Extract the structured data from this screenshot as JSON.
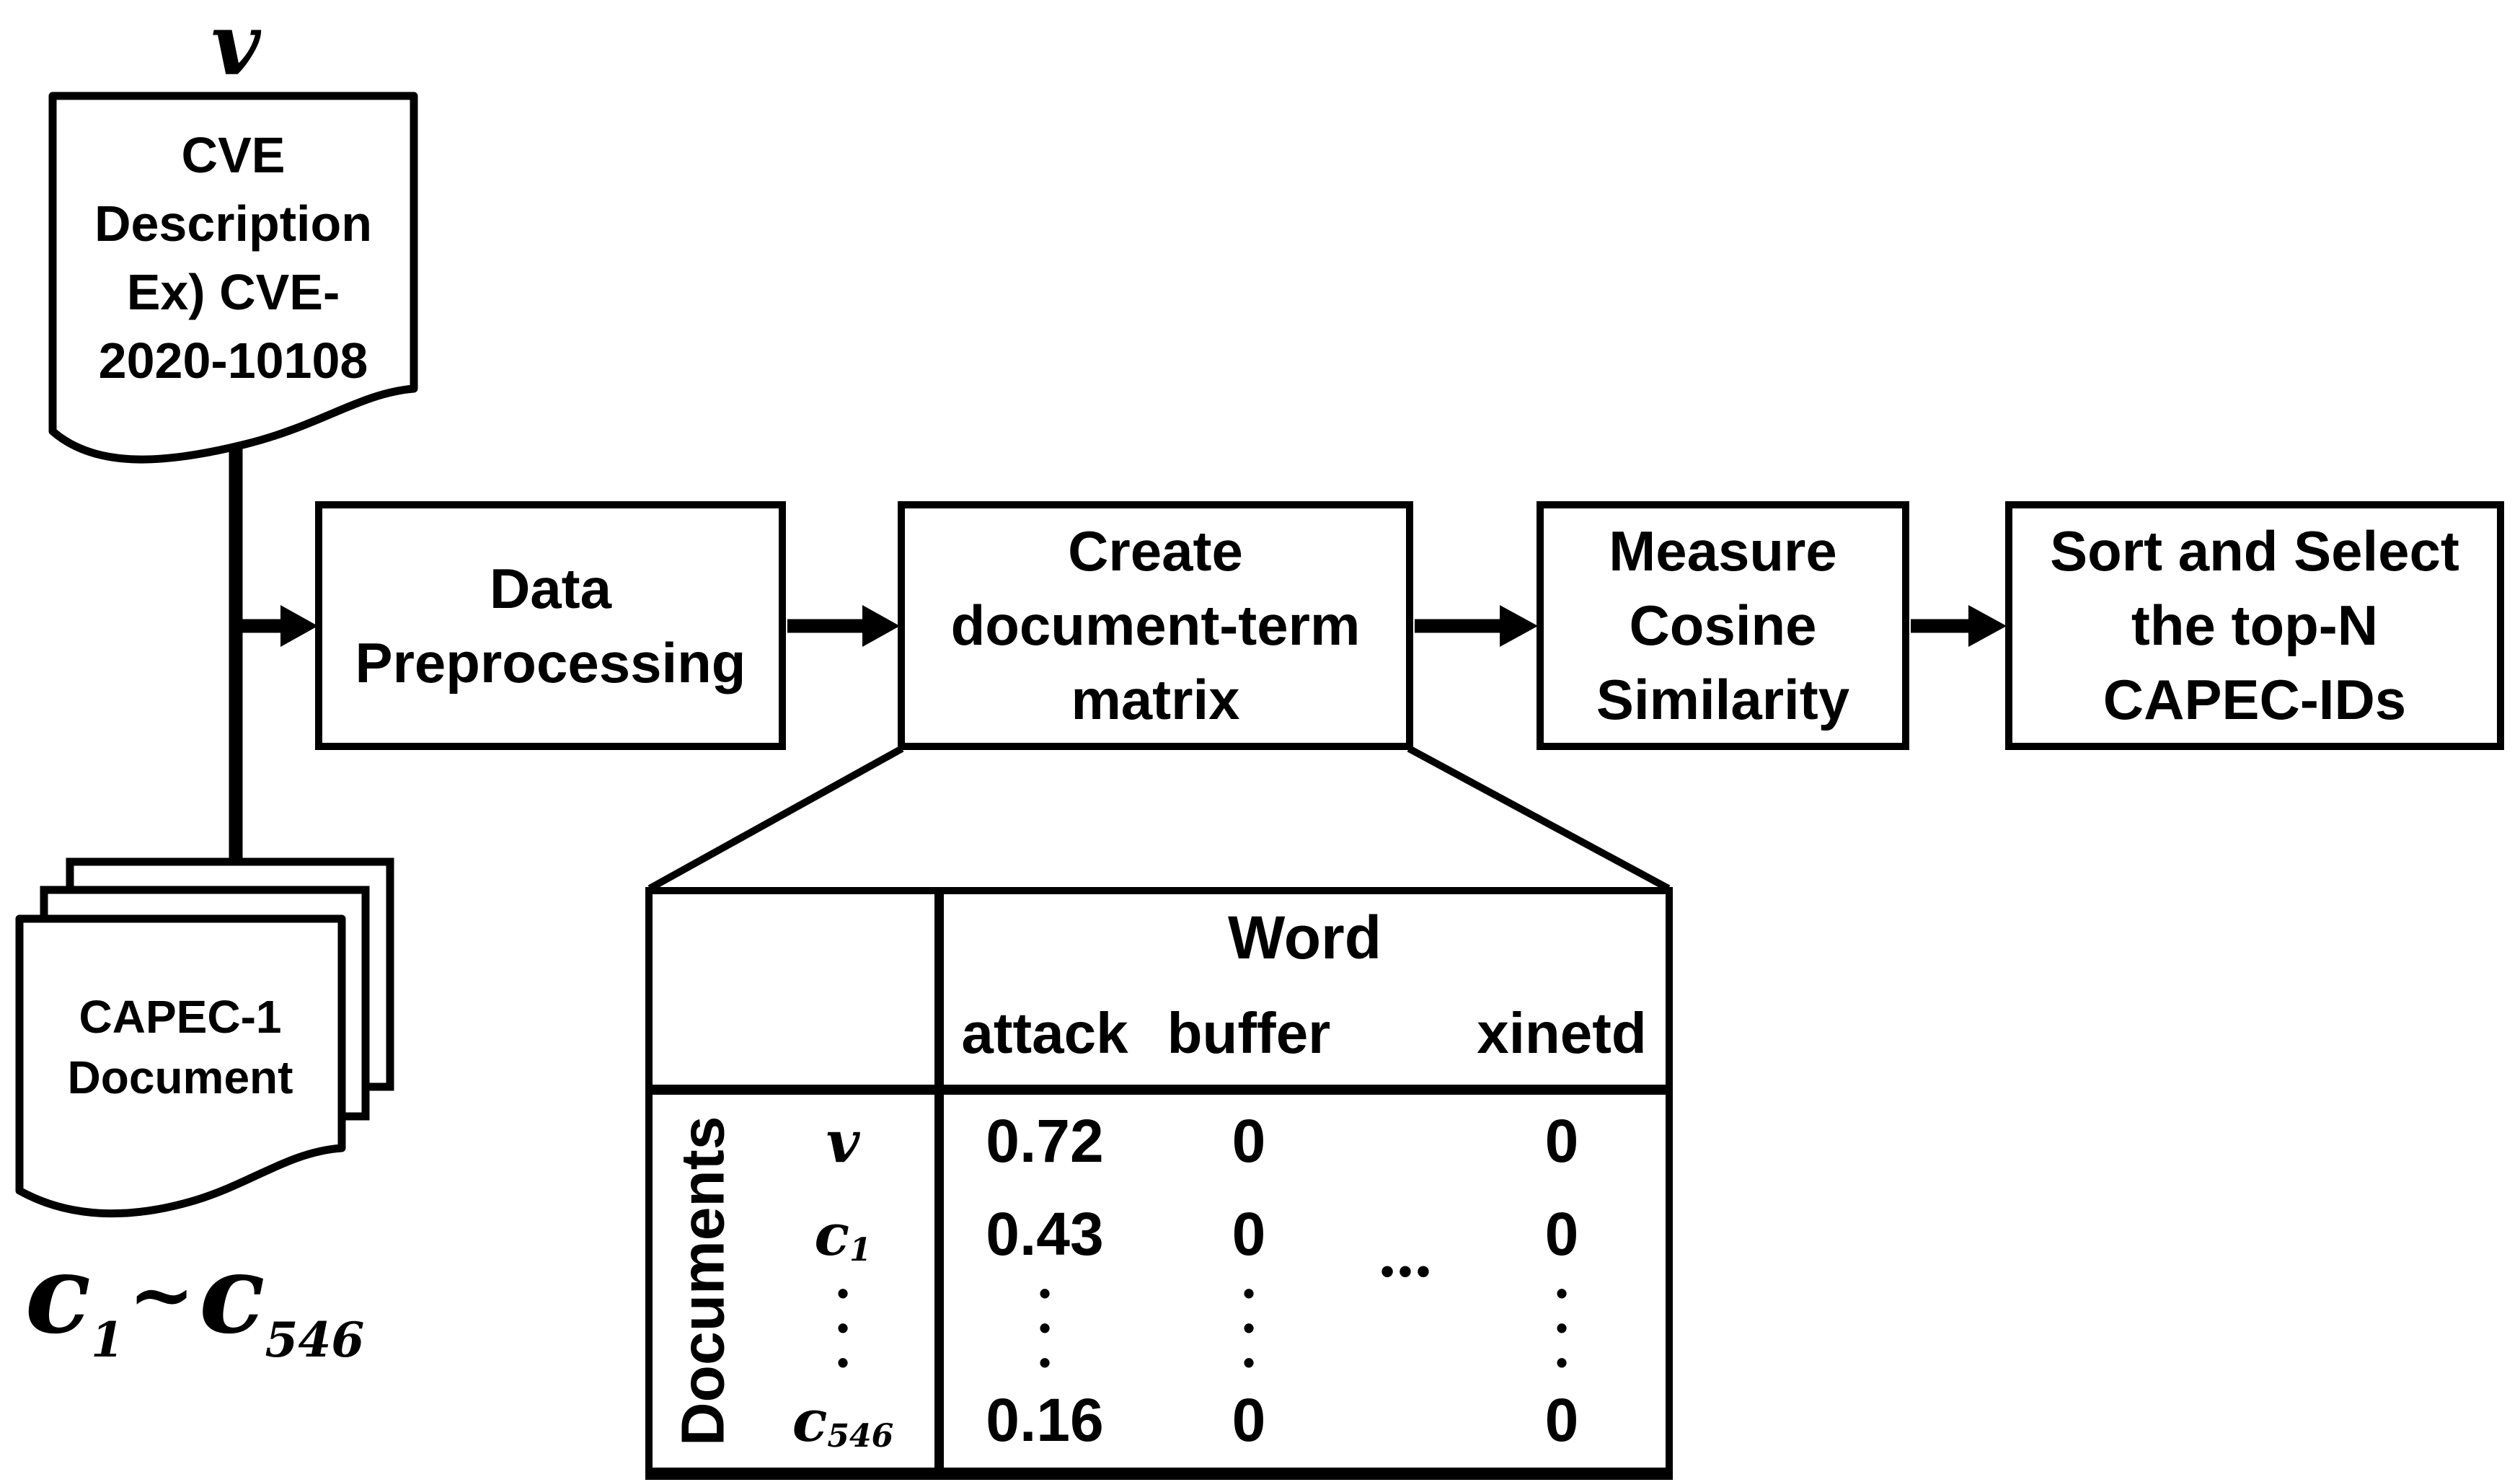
{
  "math_labels": {
    "cve_vector": "v",
    "capec_range": {
      "c1": "c",
      "sub1": "1",
      "tilde": "~",
      "c2": "c",
      "sub2": "546"
    }
  },
  "documents": {
    "cve": "CVE\nDescription\nEx) CVE-\n2020-10108",
    "capec": "CAPEC-1\nDocument"
  },
  "flow_steps": [
    "Data\nPreprocessing",
    "Create\ndocument-term\nmatrix",
    "Measure\nCosine\nSimilarity",
    "Sort and Select\nthe top-N\nCAPEC-IDs"
  ],
  "matrix_table": {
    "row_axis_label": "Documents",
    "col_axis_label": "Word",
    "columns": [
      "attack",
      "buffer",
      "xinetd"
    ],
    "rows": [
      {
        "label_main": "v",
        "label_sub": "",
        "values": [
          "0.72",
          "0",
          "0"
        ]
      },
      {
        "label_main": "c",
        "label_sub": "1",
        "values": [
          "0.43",
          "0",
          "0"
        ]
      },
      {
        "label_main": "•\n•\n•",
        "label_sub": "",
        "values": [
          "•\n•\n•",
          "•\n•\n•",
          "•\n•\n•"
        ]
      },
      {
        "label_main": "c",
        "label_sub": "546",
        "values": [
          "0.16",
          "0",
          "0"
        ]
      }
    ],
    "horizontal_ellipsis": "•••"
  },
  "colors": {
    "ink": "#000000",
    "paper": "#ffffff"
  }
}
